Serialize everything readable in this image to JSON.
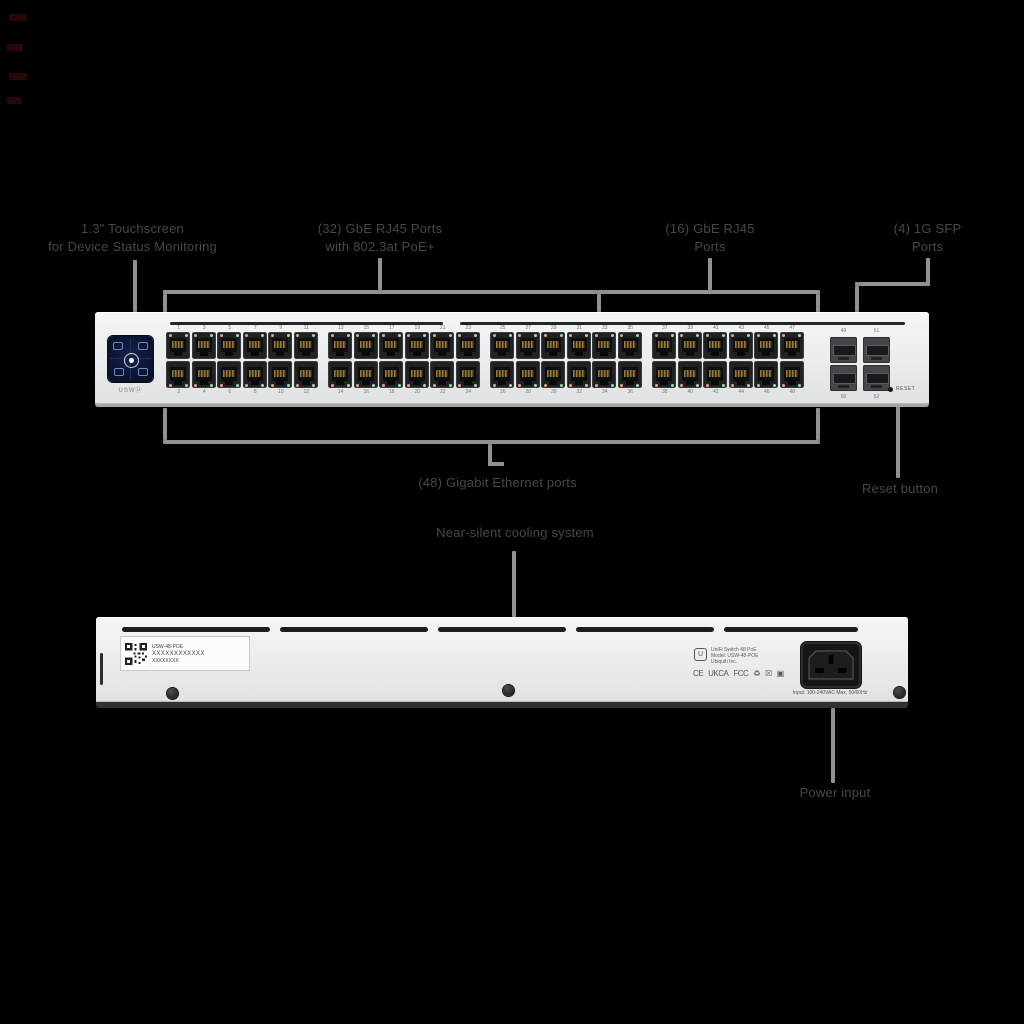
{
  "callouts": {
    "touchscreen": {
      "line1": "1.3\" Touchscreen",
      "line2": "for Device Status Monitoring"
    },
    "poe_ports": {
      "line1": "(32) GbE RJ45 Ports",
      "line2": "with 802.3at PoE+"
    },
    "gbe_ports": {
      "line1": "(16) GbE RJ45",
      "line2": "Ports"
    },
    "sfp_ports": {
      "line1": "(4) 1G SFP",
      "line2": "Ports"
    },
    "all_ports": {
      "line1": "(48) Gigabit Ethernet ports"
    },
    "cooling": {
      "line1": "Near-silent cooling system"
    },
    "reset": {
      "line1": "Reset button"
    },
    "power": {
      "line1": "Power input"
    }
  },
  "front": {
    "logo_text": "USW",
    "reset_label": "RESET",
    "port_groups": [
      {
        "top": [
          "1",
          "3",
          "5",
          "7",
          "9",
          "11"
        ],
        "bottom": [
          "2",
          "4",
          "6",
          "8",
          "10",
          "12"
        ]
      },
      {
        "top": [
          "13",
          "15",
          "17",
          "19",
          "21",
          "23"
        ],
        "bottom": [
          "14",
          "16",
          "18",
          "20",
          "22",
          "24"
        ]
      },
      {
        "top": [
          "25",
          "27",
          "29",
          "31",
          "33",
          "35"
        ],
        "bottom": [
          "26",
          "28",
          "30",
          "32",
          "34",
          "36"
        ]
      },
      {
        "top": [
          "37",
          "39",
          "41",
          "43",
          "45",
          "47"
        ],
        "bottom": [
          "38",
          "40",
          "42",
          "44",
          "46",
          "48"
        ]
      }
    ],
    "sfp_numbers": {
      "top": [
        "49",
        "51"
      ],
      "bottom": [
        "50",
        "52"
      ]
    }
  },
  "back": {
    "sticker": {
      "line1": "USW-48-POE",
      "line2": "XXXXXXXXXXXX",
      "line3": "XXXXXXXX"
    },
    "nameplate": {
      "logo_letter": "U",
      "line1": "UniFi Switch 48 PoE",
      "line2": "Model: USW-48-POE",
      "line3": "Ubiquiti Inc."
    },
    "cert_marks": [
      "CE",
      "UKCA",
      "FCC",
      "♻",
      "☒",
      "▣"
    ],
    "power_text": "Input: 100-240VAC Max, 50/60Hz"
  },
  "colors": {
    "background": "#000000",
    "chassis": "#e9ebec",
    "leader_gray": "#8f9294",
    "label_text": "#474747",
    "led_orange": "#e7a47c",
    "led_green": "#a3d9ac",
    "display_navy": "#0b142e"
  }
}
